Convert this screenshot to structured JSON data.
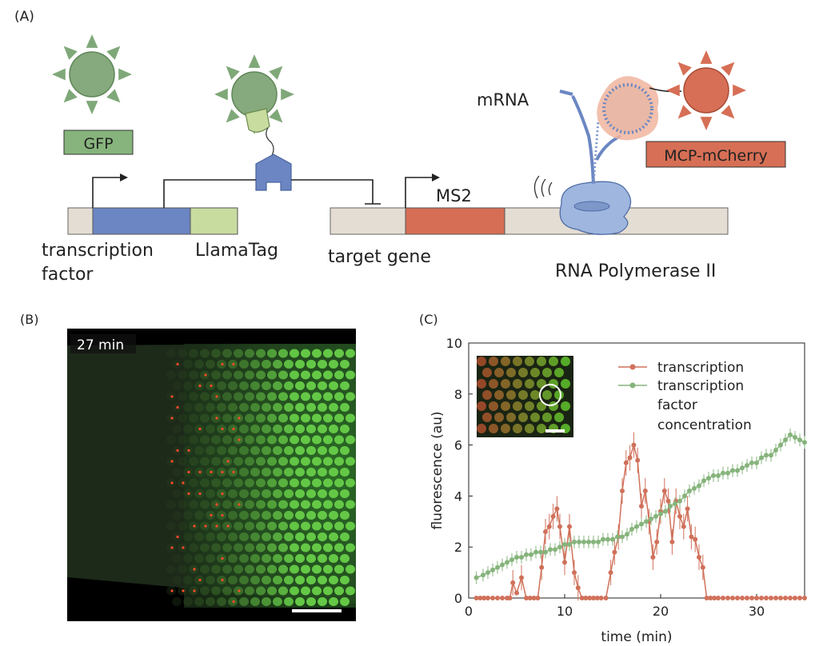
{
  "panel_a": {
    "panel_label": "(A)",
    "gfp_label": "GFP",
    "mcp_label": "MCP-mCherry",
    "mrna_label": "mRNA",
    "ms2_label": "MS2",
    "tf_label_line1": "transcription",
    "tf_label_line2": "factor",
    "llamatag_label": "LlamaTag",
    "target_gene_label": "target gene",
    "polymerase_label": "RNA Polymerase II",
    "colors": {
      "gfp_green": "#7fa878",
      "gfp_box": "#86b47c",
      "tf_blue": "#6b86c2",
      "llamatag_green": "#c8dca0",
      "dna_beige": "#e4ddd3",
      "ms2_red": "#d56e55",
      "mcherry_red": "#d66f55",
      "polymerase_blue": "#9fb6df"
    }
  },
  "panel_b": {
    "panel_label": "(B)",
    "time_label": "27 min"
  },
  "panel_c": {
    "panel_label": "(C)",
    "legend_transcription": "transcription",
    "legend_tf_line1": "transcription",
    "legend_tf_line2": "factor",
    "legend_tf_line3": "concentration",
    "chart_data": {
      "type": "line",
      "xlabel": "time (min)",
      "ylabel": "fluorescence (au)",
      "xlim": [
        0,
        35
      ],
      "ylim": [
        0,
        10
      ],
      "xticks": [
        0,
        10,
        20,
        30
      ],
      "yticks": [
        0,
        2,
        4,
        6,
        8,
        10
      ],
      "series": [
        {
          "name": "transcription",
          "color": "#d0715a",
          "points": [
            [
              0.8,
              0
            ],
            [
              1.2,
              0
            ],
            [
              1.6,
              0
            ],
            [
              2.0,
              0
            ],
            [
              2.5,
              0
            ],
            [
              3.0,
              0
            ],
            [
              3.5,
              0
            ],
            [
              4.0,
              0
            ],
            [
              4.3,
              0
            ],
            [
              4.6,
              0.6
            ],
            [
              5.0,
              0.2
            ],
            [
              5.5,
              0.8
            ],
            [
              6.0,
              0
            ],
            [
              6.4,
              0
            ],
            [
              6.8,
              0
            ],
            [
              7.2,
              0
            ],
            [
              7.6,
              1.2
            ],
            [
              8.0,
              2.6
            ],
            [
              8.4,
              2.8
            ],
            [
              8.8,
              3.2
            ],
            [
              9.2,
              3.5
            ],
            [
              9.5,
              2.8
            ],
            [
              10.0,
              1.4
            ],
            [
              10.5,
              2.8
            ],
            [
              11.0,
              1.0
            ],
            [
              11.4,
              0.4
            ],
            [
              11.8,
              0
            ],
            [
              12.2,
              0
            ],
            [
              12.6,
              0
            ],
            [
              13.0,
              0
            ],
            [
              13.4,
              0
            ],
            [
              13.8,
              0
            ],
            [
              14.3,
              0
            ],
            [
              14.8,
              1.0
            ],
            [
              15.2,
              1.8
            ],
            [
              15.6,
              2.4
            ],
            [
              16.0,
              4.2
            ],
            [
              16.4,
              5.3
            ],
            [
              16.8,
              5.5
            ],
            [
              17.2,
              6.0
            ],
            [
              17.6,
              5.4
            ],
            [
              18.0,
              3.6
            ],
            [
              18.4,
              4.2
            ],
            [
              18.8,
              3.0
            ],
            [
              19.2,
              1.6
            ],
            [
              19.6,
              2.2
            ],
            [
              20.0,
              3.4
            ],
            [
              20.4,
              4.2
            ],
            [
              20.8,
              3.8
            ],
            [
              21.2,
              2.2
            ],
            [
              21.6,
              3.8
            ],
            [
              22.0,
              3.2
            ],
            [
              22.4,
              2.8
            ],
            [
              22.8,
              3.5
            ],
            [
              23.2,
              2.4
            ],
            [
              23.6,
              2.3
            ],
            [
              24.0,
              1.6
            ],
            [
              24.4,
              1.2
            ],
            [
              24.8,
              0
            ],
            [
              25.2,
              0
            ],
            [
              25.6,
              0
            ],
            [
              26.0,
              0
            ],
            [
              26.5,
              0
            ],
            [
              27.0,
              0
            ],
            [
              27.5,
              0
            ],
            [
              28.0,
              0
            ],
            [
              28.5,
              0
            ],
            [
              29.0,
              0
            ],
            [
              29.5,
              0
            ],
            [
              30.0,
              0
            ],
            [
              30.5,
              0
            ],
            [
              31.0,
              0
            ],
            [
              31.5,
              0
            ],
            [
              32.0,
              0
            ],
            [
              32.5,
              0
            ],
            [
              33.0,
              0
            ],
            [
              33.5,
              0
            ],
            [
              34.0,
              0
            ],
            [
              34.5,
              0
            ],
            [
              35.0,
              0
            ]
          ]
        },
        {
          "name": "transcription factor concentration",
          "color": "#86b47c",
          "points": [
            [
              0.8,
              0.8
            ],
            [
              1.5,
              0.9
            ],
            [
              2.0,
              1.0
            ],
            [
              2.5,
              1.1
            ],
            [
              3.0,
              1.2
            ],
            [
              3.5,
              1.3
            ],
            [
              4.0,
              1.4
            ],
            [
              4.5,
              1.5
            ],
            [
              5.0,
              1.6
            ],
            [
              5.5,
              1.6
            ],
            [
              6.0,
              1.7
            ],
            [
              6.5,
              1.7
            ],
            [
              7.0,
              1.8
            ],
            [
              7.5,
              1.8
            ],
            [
              8.0,
              1.8
            ],
            [
              8.5,
              1.9
            ],
            [
              9.0,
              1.9
            ],
            [
              9.5,
              2.0
            ],
            [
              10.0,
              2.1
            ],
            [
              10.5,
              2.1
            ],
            [
              11.0,
              2.2
            ],
            [
              11.5,
              2.2
            ],
            [
              12.0,
              2.2
            ],
            [
              12.5,
              2.2
            ],
            [
              13.0,
              2.2
            ],
            [
              13.5,
              2.2
            ],
            [
              14.0,
              2.3
            ],
            [
              14.5,
              2.3
            ],
            [
              15.0,
              2.3
            ],
            [
              15.5,
              2.4
            ],
            [
              16.0,
              2.4
            ],
            [
              16.5,
              2.5
            ],
            [
              17.0,
              2.7
            ],
            [
              17.5,
              2.8
            ],
            [
              18.0,
              2.9
            ],
            [
              18.5,
              3.0
            ],
            [
              19.0,
              3.1
            ],
            [
              19.5,
              3.2
            ],
            [
              20.0,
              3.3
            ],
            [
              20.5,
              3.4
            ],
            [
              21.0,
              3.6
            ],
            [
              21.5,
              3.7
            ],
            [
              22.0,
              3.8
            ],
            [
              22.5,
              4.0
            ],
            [
              23.0,
              4.2
            ],
            [
              23.5,
              4.3
            ],
            [
              24.0,
              4.4
            ],
            [
              24.5,
              4.6
            ],
            [
              25.0,
              4.7
            ],
            [
              25.5,
              4.8
            ],
            [
              26.0,
              4.8
            ],
            [
              26.5,
              4.9
            ],
            [
              27.0,
              4.9
            ],
            [
              27.5,
              5.0
            ],
            [
              28.0,
              5.0
            ],
            [
              28.5,
              5.1
            ],
            [
              29.0,
              5.2
            ],
            [
              29.5,
              5.3
            ],
            [
              30.0,
              5.3
            ],
            [
              30.5,
              5.5
            ],
            [
              31.0,
              5.6
            ],
            [
              31.5,
              5.6
            ],
            [
              32.0,
              5.8
            ],
            [
              32.5,
              6.0
            ],
            [
              33.0,
              6.2
            ],
            [
              33.5,
              6.4
            ],
            [
              34.0,
              6.3
            ],
            [
              34.5,
              6.2
            ],
            [
              35.0,
              6.1
            ]
          ]
        }
      ]
    }
  }
}
